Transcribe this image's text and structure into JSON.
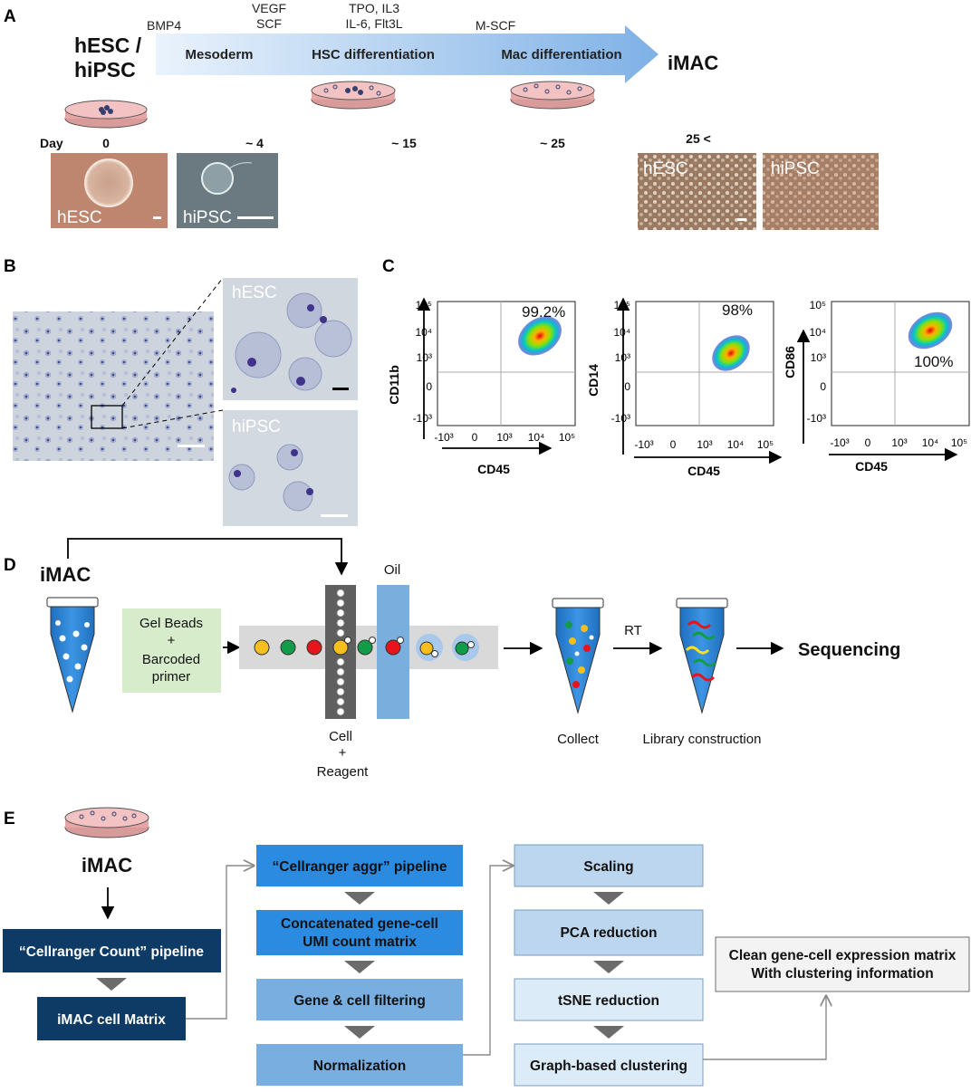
{
  "panelA": {
    "label": "A",
    "source": "hESC /",
    "source2": "hiPSC",
    "factors": {
      "bmp4": "BMP4",
      "vegf": "VEGF",
      "scf": "SCF",
      "tpo": "TPO, IL3",
      "il6": "IL-6, Flt3L",
      "mscf": "M-SCF"
    },
    "stages": {
      "mesoderm": "Mesoderm",
      "hsc": "HSC differentiation",
      "mac": "Mac differentiation"
    },
    "target": "iMAC",
    "day_label": "Day",
    "days": {
      "d0": "0",
      "d4": "~ 4",
      "d15": "~ 15",
      "d25": "~ 25",
      "d25plus": "25 <"
    },
    "photos": {
      "hesc": "hESC",
      "hipsc": "hiPSC",
      "imac_hesc": "hESC",
      "imac_hipsc": "hiPSC"
    }
  },
  "panelB": {
    "label": "B",
    "hesc": "hESC",
    "hipsc": "hiPSC"
  },
  "panelC": {
    "label": "C",
    "plots": [
      {
        "ylabel": "CD11b",
        "xlabel": "CD45",
        "percent": "99.2%"
      },
      {
        "ylabel": "CD14",
        "xlabel": "CD45",
        "percent": "98%"
      },
      {
        "ylabel": "CD86",
        "xlabel": "CD45",
        "percent": "100%"
      }
    ],
    "yticks": [
      "10⁵",
      "10⁴",
      "10³",
      "0",
      "-10³"
    ],
    "xticks": [
      "-10³",
      "0",
      "10³",
      "10⁴",
      "10⁵"
    ]
  },
  "panelD": {
    "label": "D",
    "source": "iMAC",
    "gel_line1": "Gel Beads",
    "gel_line2": "+",
    "gel_line3": "Barcoded",
    "gel_line4": "primer",
    "oil": "Oil",
    "cell_line1": "Cell",
    "cell_line2": "+",
    "cell_line3": "Reagent",
    "collect": "Collect",
    "rt": "RT",
    "library": "Library construction",
    "sequencing": "Sequencing"
  },
  "panelE": {
    "label": "E",
    "source": "iMAC",
    "col1": {
      "count": "“Cellranger Count” pipeline",
      "matrix": "iMAC cell Matrix"
    },
    "col2": {
      "aggr": "“Cellranger aggr” pipeline",
      "concat1": "Concatenated gene-cell",
      "concat2": "UMI count matrix",
      "filter": "Gene & cell filtering",
      "norm": "Normalization"
    },
    "col3": {
      "scaling": "Scaling",
      "pca": "PCA reduction",
      "tsne": "tSNE reduction",
      "cluster": "Graph-based clustering"
    },
    "final1": "Clean gene-cell expression matrix",
    "final2": "With clustering information"
  },
  "colors": {
    "navy": "#0e3a66",
    "blue_dark": "#2b8be0",
    "blue_mid": "#78aee0",
    "blue_light": "#bcd6ef",
    "blue_pale": "#dcebf8",
    "gel_green": "#d6eccb",
    "tube_blue": "#2d83d6",
    "oil_blue": "#7aaedd",
    "dish_pink": "#e7a6a6"
  }
}
